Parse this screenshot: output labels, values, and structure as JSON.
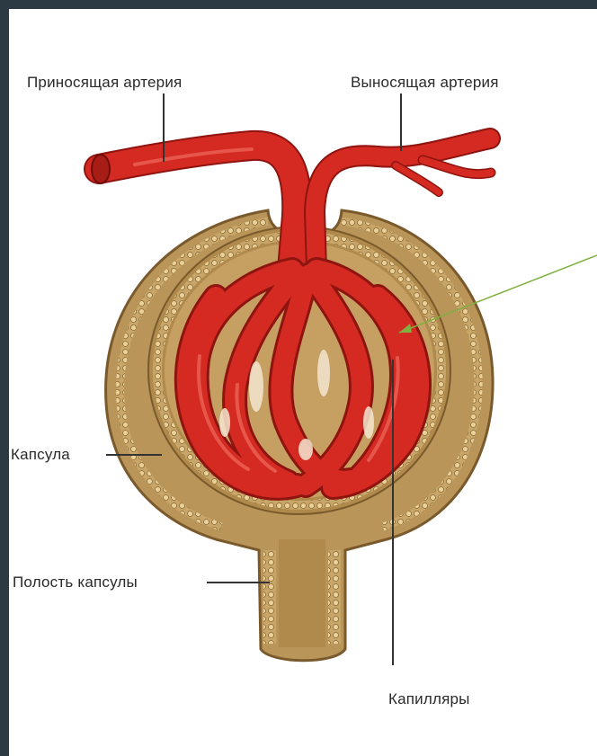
{
  "labels": {
    "afferent_artery": "Приносящая артерия",
    "efferent_artery": "Выносящая артерия",
    "capsule": "Капсула",
    "capsule_cavity": "Полость капсулы",
    "capillaries": "Капилляры"
  },
  "colors": {
    "background": "#ffffff",
    "frame": "#2c3a44",
    "artery": "#d42a22",
    "artery_dark": "#8e1410",
    "capsule": "#b9955a",
    "capsule_dark": "#7a5a2c",
    "cells": "#e8c98a",
    "pointer_line": "#7fb040"
  }
}
